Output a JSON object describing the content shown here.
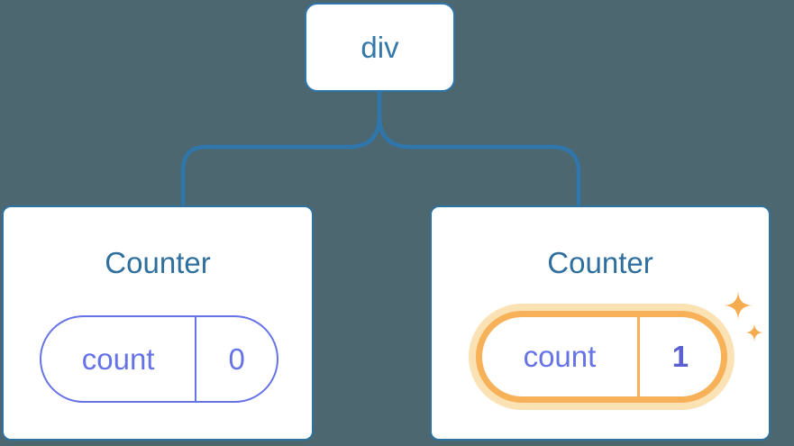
{
  "diagram": {
    "root": {
      "label": "div"
    },
    "counters": [
      {
        "title": "Counter",
        "state_name": "count",
        "state_value": "0",
        "highlighted": false
      },
      {
        "title": "Counter",
        "state_name": "count",
        "state_value": "1",
        "highlighted": true
      }
    ],
    "icons": {
      "highlight": "sparkles-icon"
    }
  },
  "colors": {
    "background": "#4D6771",
    "connector_blue": "#2E76AB",
    "card_border_blue": "#2E739F",
    "heading_blue": "#2F6F9E",
    "root_label_blue": "#3378A9",
    "state_purple": "#6673E6",
    "state_value_purple_bold": "#5A5FD1",
    "highlight_orange": "#F7B158",
    "highlight_halo_orange": "#FBE2B4",
    "sparkle_orange": "#F5AC4F",
    "card_fill": "#FFFFFF"
  }
}
